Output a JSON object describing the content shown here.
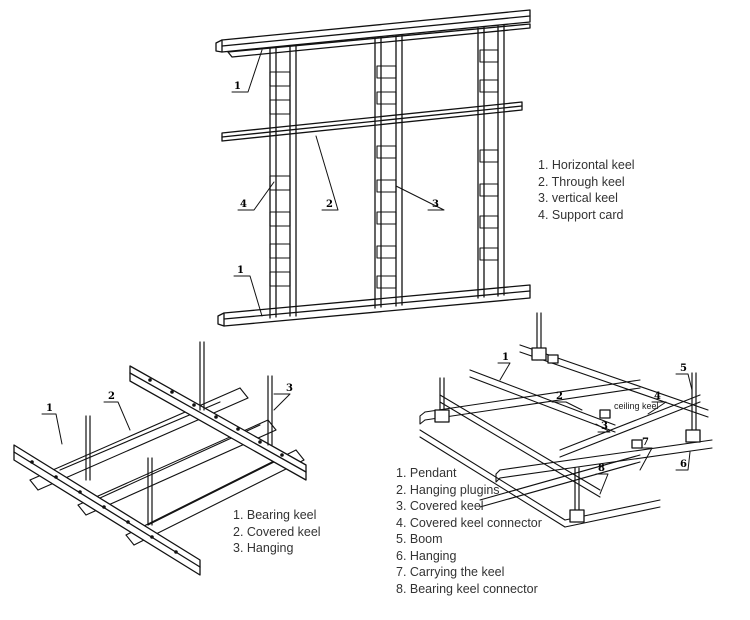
{
  "diagrams": {
    "partition_wall": {
      "callouts": [
        "1",
        "2",
        "3",
        "4",
        "1"
      ],
      "legend": [
        "1. Horizontal keel",
        "2. Through keel",
        "3. vertical keel",
        "4. Support card"
      ]
    },
    "ceiling_left": {
      "callouts": [
        "1",
        "2",
        "3"
      ],
      "legend": [
        "1. Bearing keel",
        "2. Covered keel",
        "3. Hanging"
      ]
    },
    "ceiling_right": {
      "callouts": [
        "1",
        "2",
        "3",
        "4",
        "5",
        "6",
        "7",
        "8"
      ],
      "overlay_label": "ceiling keel",
      "legend": [
        "1. Pendant",
        "2. Hanging plugins",
        "3. Covered keel",
        "4. Covered keel connector",
        "5. Boom",
        "6. Hanging",
        "7. Carrying the keel",
        "8. Bearing keel connector"
      ]
    }
  }
}
